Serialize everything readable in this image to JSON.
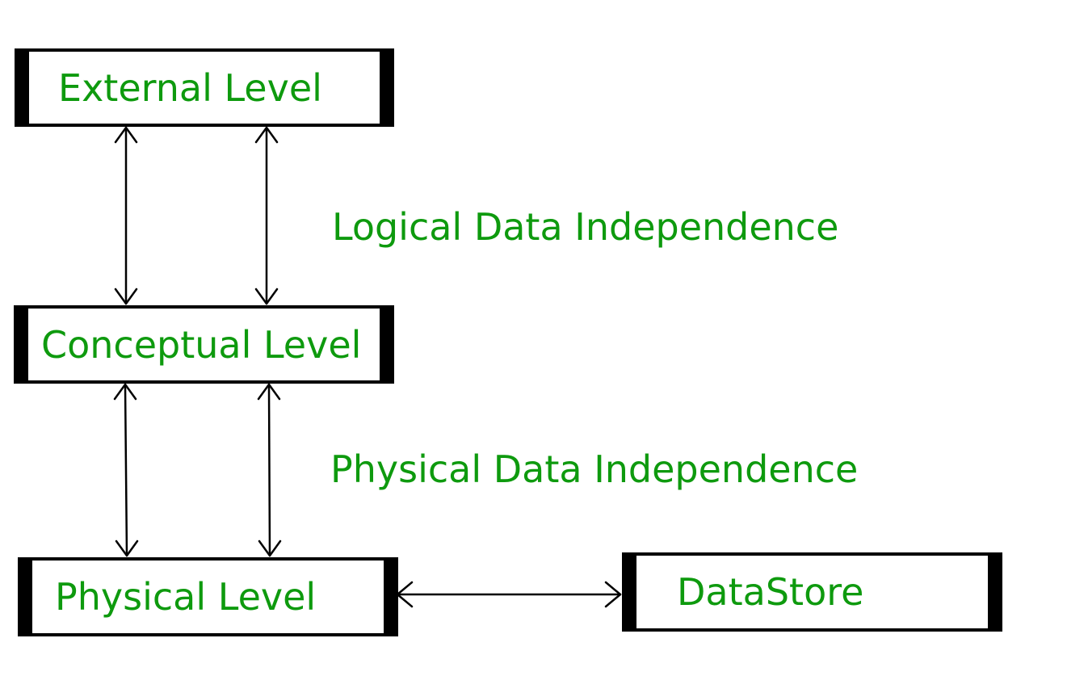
{
  "diagram": {
    "levels": {
      "external": "External Level",
      "conceptual": "Conceptual Level",
      "physical": "Physical Level",
      "datastore": "DataStore"
    },
    "annotations": {
      "logical": "Logical Data Independence",
      "physical": "Physical Data Independence"
    },
    "colors": {
      "label": "#0e9a0e",
      "border": "#000000",
      "arrow": "#000000"
    }
  }
}
